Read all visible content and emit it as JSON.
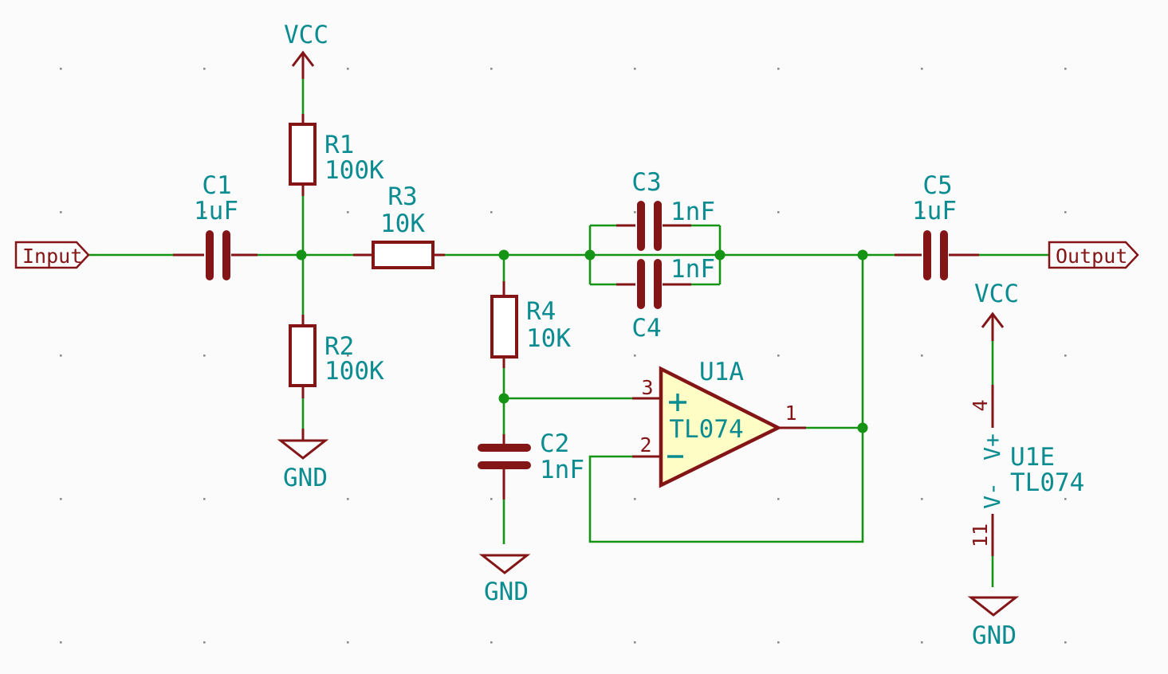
{
  "palette": {
    "background": "#fbfbfb",
    "wire_green": "#149314",
    "component_red": "#841517",
    "label_teal": "#0b8c91",
    "opamp_fill": "#fffdc6",
    "grid_dot": "#8c8c8c"
  },
  "ports": {
    "input": "Input",
    "output": "Output"
  },
  "power": {
    "vcc_top": "VCC",
    "vcc_right": "VCC",
    "gnd_left": "GND",
    "gnd_center": "GND",
    "gnd_right": "GND"
  },
  "components": {
    "R1": {
      "ref": "R1",
      "value": "100K"
    },
    "R2": {
      "ref": "R2",
      "value": "100K"
    },
    "R3": {
      "ref": "R3",
      "value": "10K"
    },
    "R4": {
      "ref": "R4",
      "value": "10K"
    },
    "C1": {
      "ref": "C1",
      "value": "1uF"
    },
    "C2": {
      "ref": "C2",
      "value": "1nF"
    },
    "C3": {
      "ref": "C3",
      "value": "1nF"
    },
    "C4": {
      "ref": "C4",
      "value": "1nF"
    },
    "C5": {
      "ref": "C5",
      "value": "1uF"
    },
    "U1A": {
      "ref": "U1A",
      "value": "TL074",
      "pin_noninverting": "3",
      "pin_inverting": "2",
      "pin_output": "1"
    },
    "U1E": {
      "ref": "U1E",
      "value": "TL074",
      "pin_vplus": "4",
      "pin_vminus": "11",
      "name_vplus": "V+",
      "name_vminus": "V-"
    }
  }
}
